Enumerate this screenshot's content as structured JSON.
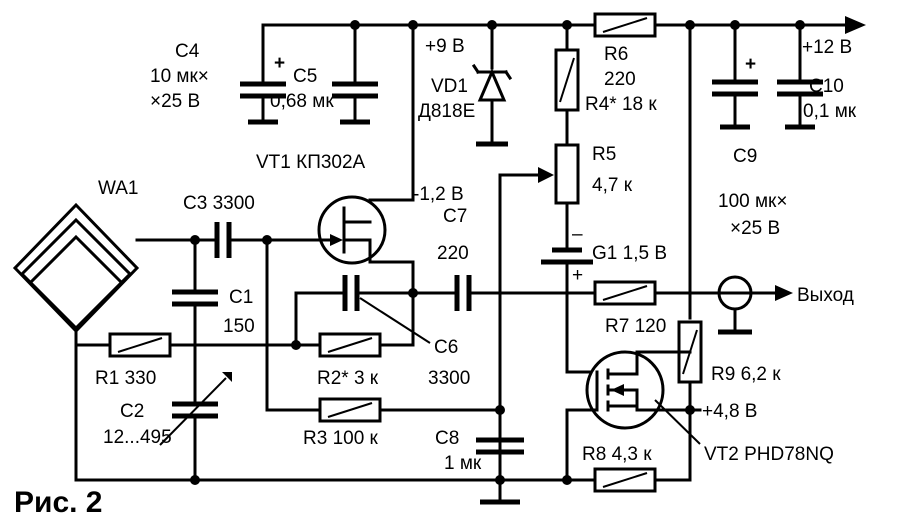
{
  "figure": {
    "caption": "Рис. 2",
    "labels": {
      "c4_name": "C4",
      "c4_value1": "10 мк×",
      "c4_value2": "×25 В",
      "c5_name": "C5",
      "c5_value": "0,68 мк",
      "plus_9v": "+9 В",
      "vd1_name": "VD1",
      "vd1_type": "Д818Е",
      "r6_name": "R6",
      "r6_value": "220",
      "r4_label": "R4* 18 к",
      "plus_12v": "+12 В",
      "c10_name": "C10",
      "c10_value": "0,1 мк",
      "c9_name": "C9",
      "c9_value1": "100 мк×",
      "c9_value2": "×25 В",
      "vt1_label": "VT1 КП302А",
      "r5_name": "R5",
      "r5_value": "4,7 к",
      "minus_1_2v": "-1,2 В",
      "wa1": "WA1",
      "c3_label": "C3 3300",
      "c7_name": "C7",
      "c7_value": "220",
      "g1_label": "G1 1,5 В",
      "g1_minus": "–",
      "g1_plus": "+",
      "c1_name": "C1",
      "c1_value": "150",
      "output": "Выход",
      "r7_label": "R7 120",
      "c6_name": "C6",
      "c6_value": "3300",
      "r1_label": "R1 330",
      "r2_label": "R2* 3 к",
      "r9_label": "R9 6,2 к",
      "c2_name": "C2",
      "c2_value": "12...495",
      "r3_label": "R3 100 к",
      "plus_4_8v": "+4,8 В",
      "c8_name": "C8",
      "c8_value": "1 мк",
      "r8_label": "R8 4,3 к",
      "vt2_label": "VT2 PHD78NQ",
      "plus_sign": "+"
    }
  }
}
